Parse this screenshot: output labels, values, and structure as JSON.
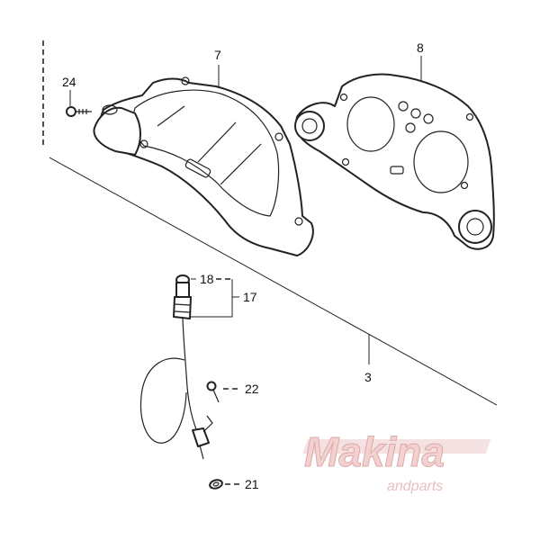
{
  "diagram": {
    "callouts": {
      "p3": "3",
      "p7": "7",
      "p8": "8",
      "p17": "17",
      "p18": "18",
      "p21": "21",
      "p22": "22",
      "p24": "24"
    },
    "watermark": {
      "main": "Makina",
      "sub": "andparts"
    }
  },
  "colors": {
    "line": "#222222",
    "background": "#ffffff",
    "watermark": "#e8b8b8"
  }
}
